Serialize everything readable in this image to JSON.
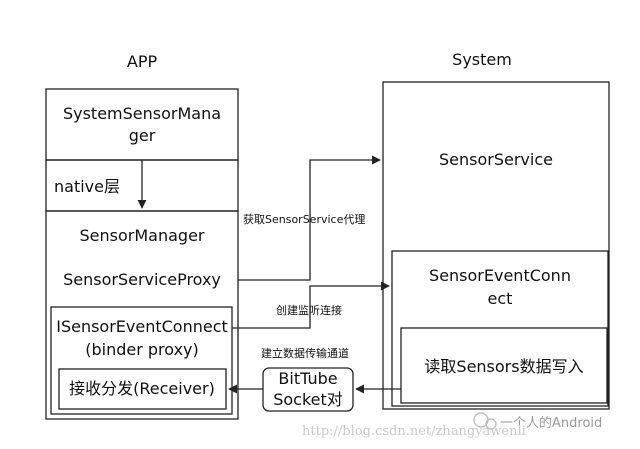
{
  "headings": {
    "app": "APP",
    "system": "System"
  },
  "app": {
    "system_sensor_manager_line1": "SystemSensorMana",
    "system_sensor_manager_line2": "ger",
    "native_layer": "native层",
    "sensor_manager": "SensorManager",
    "sensor_service_proxy": "SensorServiceProxy",
    "isensor_event_connect_line1": "ISensorEventConnect",
    "isensor_event_connect_line2": "(binder proxy)",
    "receiver": "接收分发(Receiver)"
  },
  "system": {
    "sensor_service": "SensorService",
    "sensor_event_connect_line1": "SensorEventConn",
    "sensor_event_connect_line2": "ect",
    "read_sensors_write": "读取Sensors数据写入"
  },
  "middle": {
    "get_proxy_label": "获取SensorService代理",
    "create_listen_label": "创建监听连接",
    "establish_channel_label": "建立数据传输通道",
    "bittube_line1": "BitTube",
    "bittube_line2": "Socket对"
  },
  "watermark": {
    "brand": "一个人的Android",
    "url": "http://blog.csdn.net/zhangyawenli"
  },
  "colors": {
    "line": "#222222",
    "background": "#ffffff",
    "watermark": "#c9c9c9"
  }
}
